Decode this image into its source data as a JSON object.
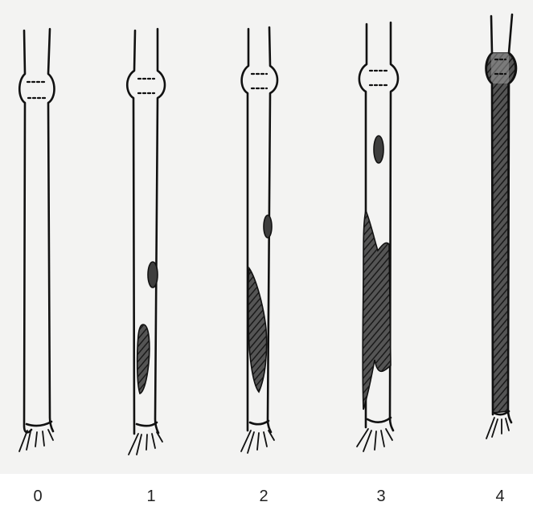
{
  "stages": [
    {
      "label": "0"
    },
    {
      "label": "1"
    },
    {
      "label": "2"
    },
    {
      "label": "3"
    },
    {
      "label": "4"
    }
  ],
  "colors": {
    "paper": "#f3f3f2",
    "ink": "#111111",
    "lesion": "#3e3e3e"
  }
}
